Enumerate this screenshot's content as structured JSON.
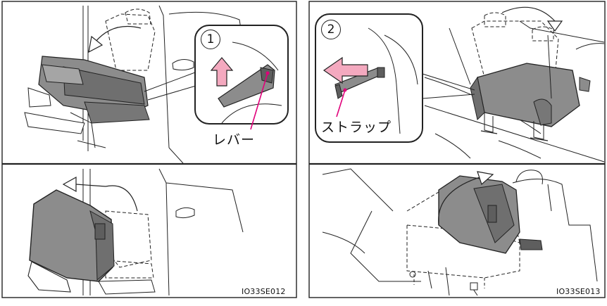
{
  "left_panel": {
    "step_number": "1",
    "lever_label": "レバー",
    "figure_code": "IO33SE012"
  },
  "right_panel": {
    "step_number": "2",
    "strap_label": "ストラップ",
    "figure_code": "IO33SE013"
  },
  "colors": {
    "line": "#222222",
    "seat_fill": "#8c8c8c",
    "seat_dark": "#5e5e5e",
    "arrow_fill": "#f4a9bf",
    "pointer": "#e0007a"
  }
}
